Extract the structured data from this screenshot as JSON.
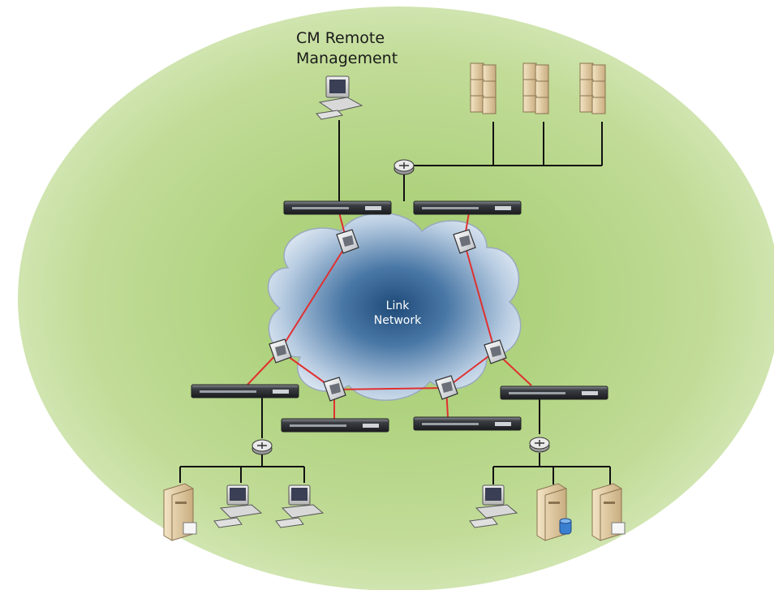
{
  "labels": {
    "remote_management_line1": "CM Remote",
    "remote_management_line2": "Management",
    "cloud_line1": "Link",
    "cloud_line2": "Network"
  },
  "colors": {
    "background_ellipse": "#d3e6b0",
    "black_link": "#111111",
    "red_link": "#e03030",
    "cloud_center": "#2a5582",
    "cloud_edge": "#e8eef6",
    "appliance_body": "#3a3d42",
    "device_beige": "#e6d2ae"
  },
  "icons": {
    "management_station": "desktop-computer-icon",
    "server_rack": "server-tower-icon",
    "router": "router-icon",
    "appliance": "network-appliance-icon",
    "link_node": "wan-node-icon",
    "workstation": "desktop-computer-icon",
    "file_server": "server-tower-icon",
    "database_server": "database-server-icon"
  }
}
